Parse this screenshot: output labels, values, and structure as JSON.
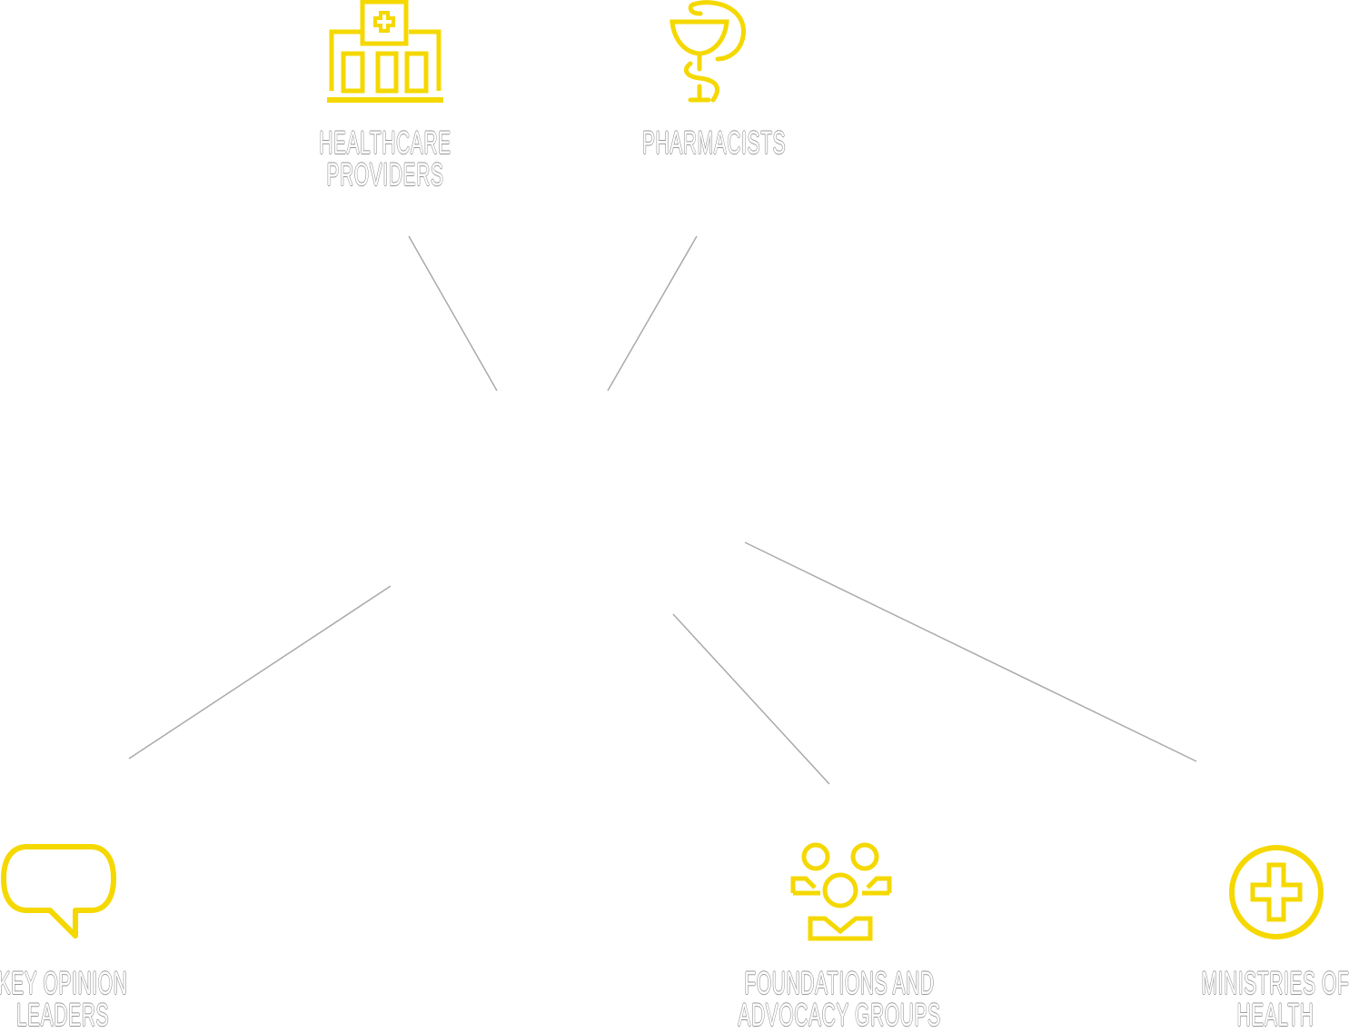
{
  "accent_color": "#f5d800",
  "connector_color": "#aaaaaa",
  "stakeholders": [
    {
      "id": "healthcare-providers",
      "icon": "hospital-icon",
      "lines": [
        "HEALTHCARE",
        "PROVIDERS"
      ]
    },
    {
      "id": "pharmacists",
      "icon": "bowl-of-hygieia-icon",
      "lines": [
        "PHARMACISTS"
      ]
    },
    {
      "id": "key-opinion-leaders",
      "icon": "speech-bubble-icon",
      "lines": [
        "KEY OPINION",
        "LEADERS"
      ]
    },
    {
      "id": "foundations",
      "icon": "group-icon",
      "lines": [
        "FOUNDATIONS AND",
        "ADVOCACY GROUPS"
      ]
    },
    {
      "id": "ministries",
      "icon": "medical-cross-icon",
      "lines": [
        "MINISTRIES OF",
        "HEALTH"
      ]
    }
  ]
}
